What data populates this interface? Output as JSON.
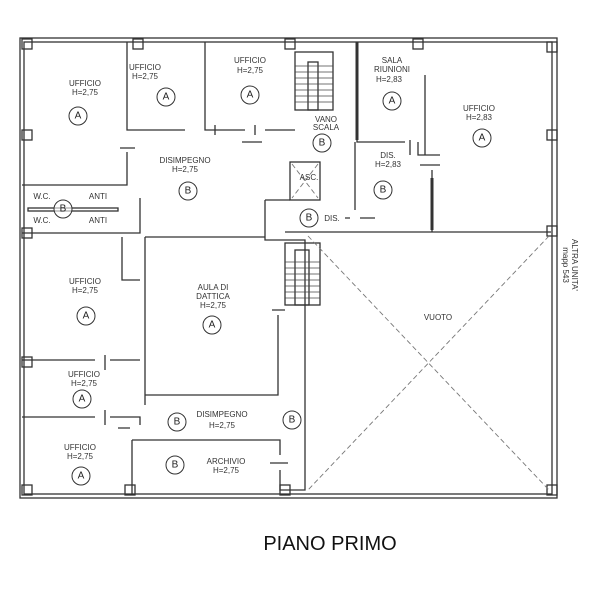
{
  "plan": {
    "title": "PIANO PRIMO",
    "rooms": [
      {
        "name": "UFFICIO",
        "height": "H=2,75",
        "tag": "A"
      },
      {
        "name": "UFFICIO",
        "height": "H=2,75",
        "tag": "A"
      },
      {
        "name": "UFFICIO",
        "height": "H=2,75",
        "tag": "A"
      },
      {
        "name": "SALA",
        "name2": "RIUNIONI",
        "height": "H=2,83",
        "tag": "A"
      },
      {
        "name": "UFFICIO",
        "height": "H=2,83",
        "tag": "A"
      },
      {
        "name": "VANO",
        "name2": "SCALA",
        "tag": "B"
      },
      {
        "name": "DISIMPEGNO",
        "height": "H=2,75",
        "tag": "B"
      },
      {
        "name": "DIS.",
        "height": "H=2,83",
        "tag": "B"
      },
      {
        "name": "ASC."
      },
      {
        "name": "DIS.",
        "tag": "B"
      },
      {
        "name": "W.C.",
        "name2": "ANTI",
        "name3": "W.C.",
        "name4": "ANTI",
        "tag": "B"
      },
      {
        "name": "UFFICIO",
        "height": "H=2,75",
        "tag": "A"
      },
      {
        "name": "AULA DI",
        "name2": "DATTICA",
        "height": "H=2,75",
        "tag": "A"
      },
      {
        "name": "UFFICIO",
        "height": "H=2,75",
        "tag": "A"
      },
      {
        "name": "DISIMPEGNO",
        "height": "H=2,75",
        "tag": "B",
        "tag2": "B"
      },
      {
        "name": "UFFICIO",
        "height": "H=2,75",
        "tag": "A"
      },
      {
        "name": "ARCHIVIO",
        "height": "H=2,75",
        "tag": "B"
      },
      {
        "name": "VUOTO"
      }
    ],
    "neighbor": {
      "line1": "ALTRA UNITA'",
      "line2": "mapp 543"
    }
  }
}
